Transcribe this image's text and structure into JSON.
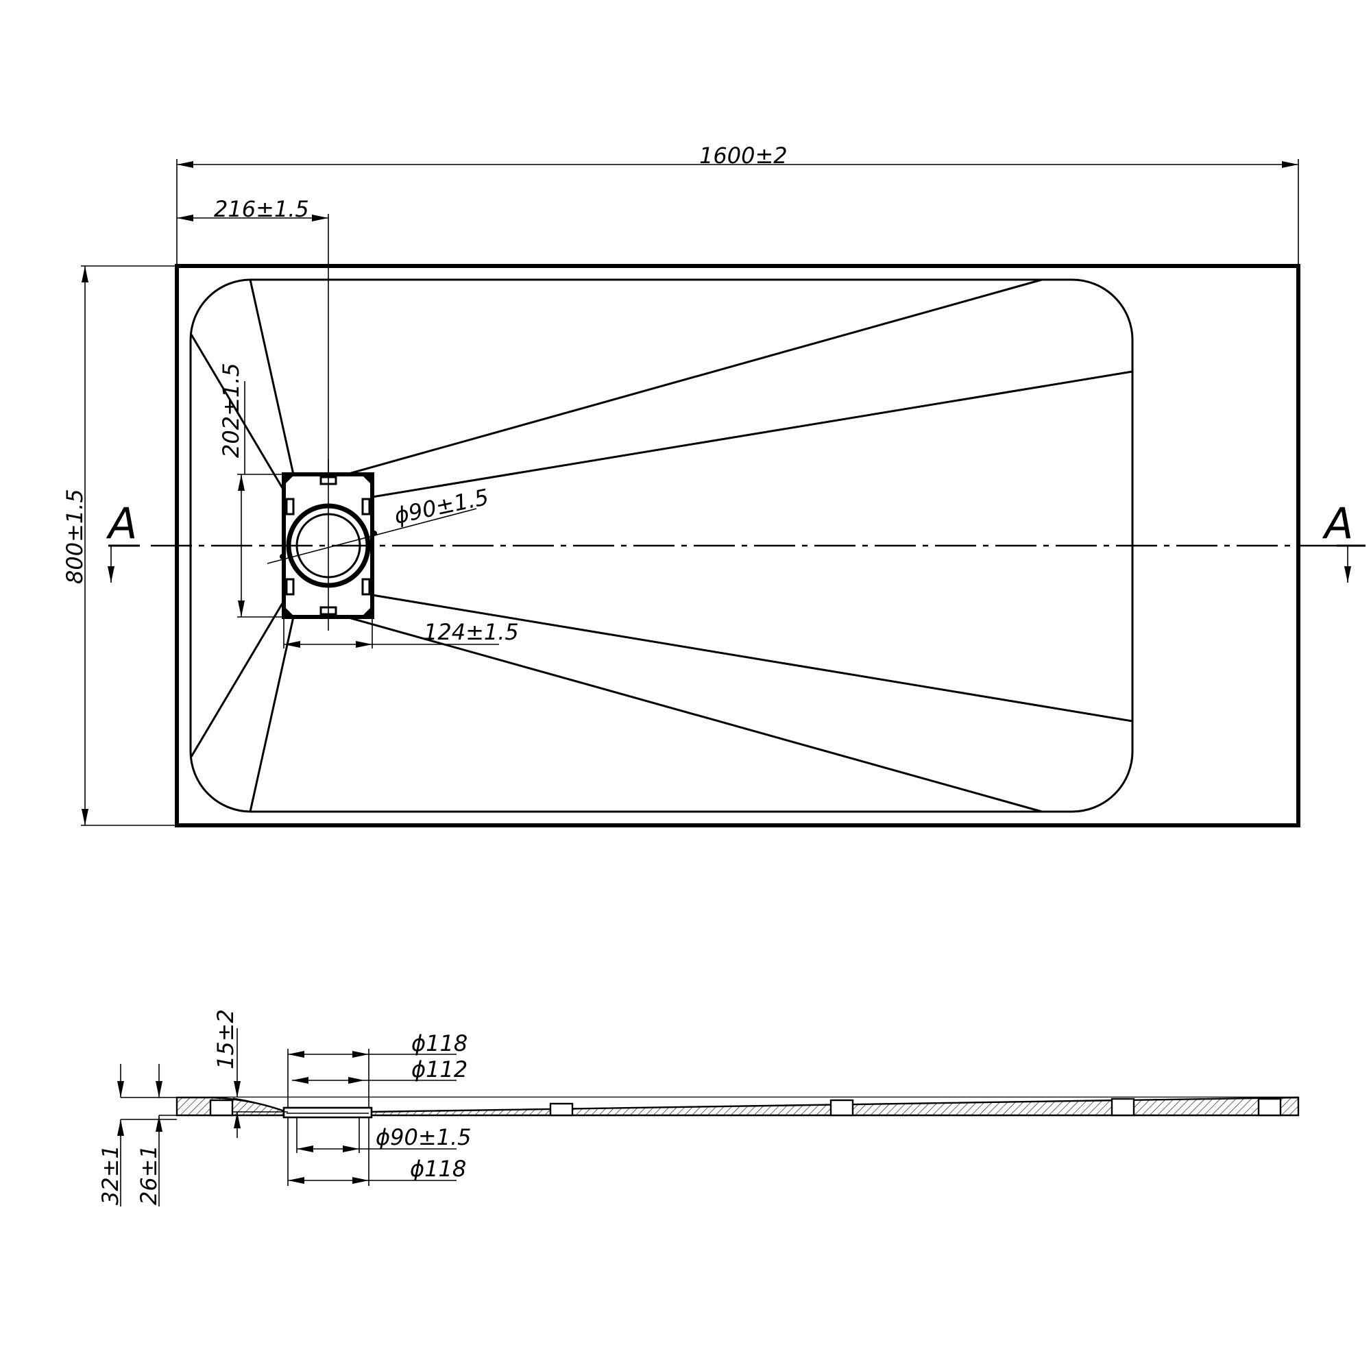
{
  "plan_view": {
    "overall_length": "1600±2",
    "drain_offset": "216±1.5",
    "overall_width": "800±1.5",
    "drain_box_height": "202±1.5",
    "drain_box_width": "124±1.5",
    "outlet_diameter": "ϕ90±1.5",
    "section_marker": "A"
  },
  "section_view": {
    "dim_top_outer": "ϕ118",
    "dim_top_inner": "ϕ112",
    "dim_bottom_outlet": "ϕ90±1.5",
    "dim_bottom_outer": "ϕ118",
    "dim_recess": "15±2",
    "dim_total_height": "32±1",
    "dim_edge_height": "26±1"
  }
}
